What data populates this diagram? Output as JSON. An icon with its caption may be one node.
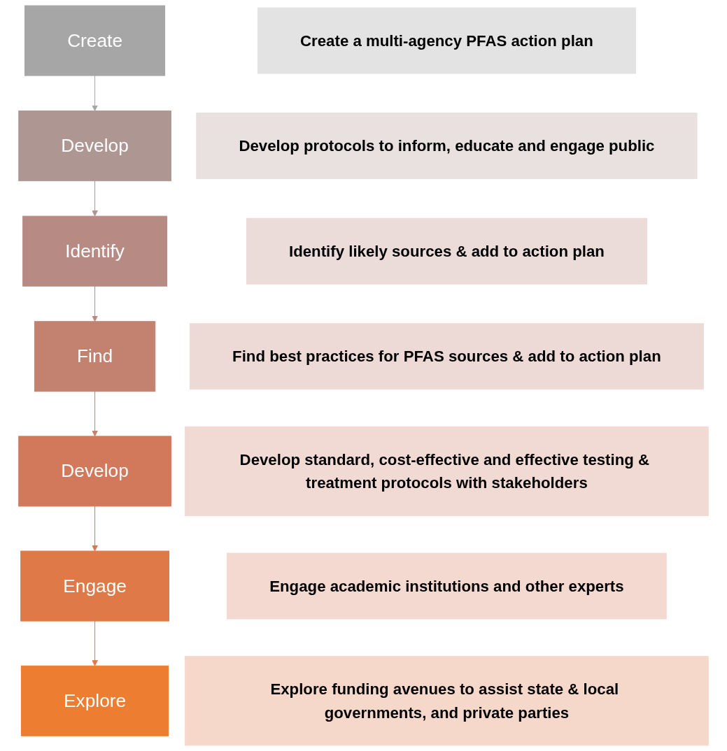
{
  "diagram": {
    "nodes": [
      {
        "text": [
          "Create"
        ]
      },
      {
        "text": [
          "Create a multi-agency PFAS action plan"
        ]
      },
      {
        "text": [
          "Develop"
        ]
      },
      {
        "text": [
          "Develop protocols to inform, educate and engage public"
        ]
      },
      {
        "text": [
          "Identify"
        ]
      },
      {
        "text": [
          "Identify likely sources & add to action plan"
        ]
      },
      {
        "text": [
          "Find"
        ]
      },
      {
        "text": [
          "Find best practices for PFAS sources & add to action plan"
        ]
      },
      {
        "text": [
          "Develop"
        ]
      },
      {
        "text": [
          "Develop standard, cost-effective and effective testing & treatment protocols with stakeholders"
        ]
      },
      {
        "text": [
          "Engage"
        ]
      },
      {
        "text": [
          "Engage academic institutions and other experts"
        ]
      },
      {
        "text": [
          "Explore"
        ]
      },
      {
        "text": [
          "Explore funding avenues to assist state & local governments, and private parties"
        ]
      }
    ],
    "edges": [
      {
        "from": 0,
        "to": 2,
        "arrow": "to",
        "color": "#a6a6a6"
      },
      {
        "from": 2,
        "to": 4,
        "arrow": "to",
        "color": "#ae9692"
      },
      {
        "from": 4,
        "to": 6,
        "arrow": "to",
        "color": "#b78b84"
      },
      {
        "from": 6,
        "to": 8,
        "arrow": "to",
        "color": "#c38270"
      },
      {
        "from": 8,
        "to": 10,
        "arrow": "to",
        "color": "#d1795a"
      },
      {
        "from": 10,
        "to": 12,
        "arrow": "to",
        "color": "#df7a48"
      }
    ]
  }
}
